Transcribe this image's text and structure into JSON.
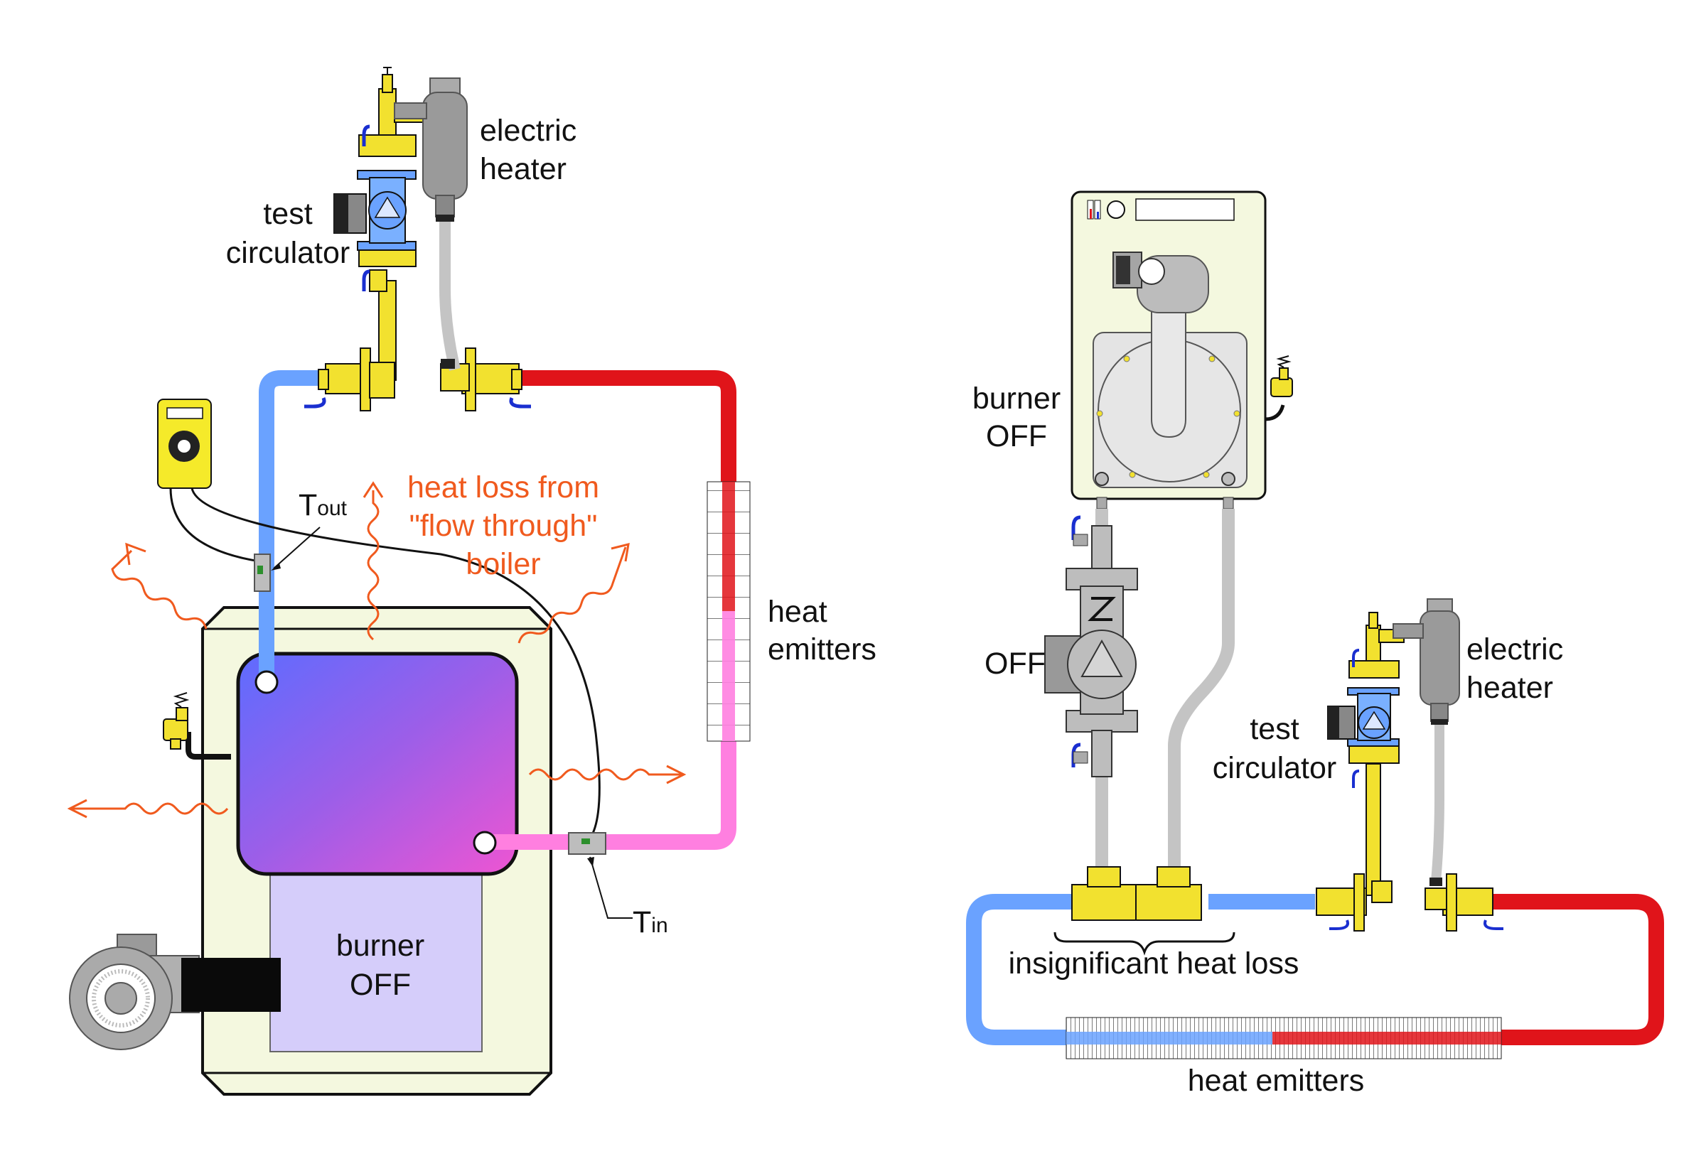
{
  "left": {
    "electric_heater": [
      "electric",
      "heater"
    ],
    "test_circulator": [
      "test",
      "circulator"
    ],
    "heat_loss": [
      "heat loss from",
      "\"flow through\"",
      "boiler"
    ],
    "t_out": {
      "main": "T",
      "sub": "out"
    },
    "t_in": {
      "main": "T",
      "sub": "in"
    },
    "heat_emitters": [
      "heat",
      "emitters"
    ],
    "burner": [
      "burner",
      "OFF"
    ]
  },
  "right": {
    "burner": [
      "burner",
      "OFF"
    ],
    "circulator_state": "OFF",
    "electric_heater": [
      "electric",
      "heater"
    ],
    "test_circulator": [
      "test",
      "circulator"
    ],
    "insignificant": "insignificant heat loss",
    "heat_emitters": "heat emitters"
  },
  "colors": {
    "cold": "#6aa2ff",
    "hot": "#e0141a",
    "pink": "#ff7fe0",
    "brass": "#f2e12f",
    "boiler_body": "#f4f8df",
    "gray_pipe": "#c4c4c4",
    "heat_arrow": "#f05a1e"
  },
  "icons": [
    "test-circulator-icon",
    "electric-heater-icon",
    "thermometer-icon",
    "burner-blower-icon",
    "relief-valve-icon",
    "closely-spaced-tees-icon"
  ]
}
